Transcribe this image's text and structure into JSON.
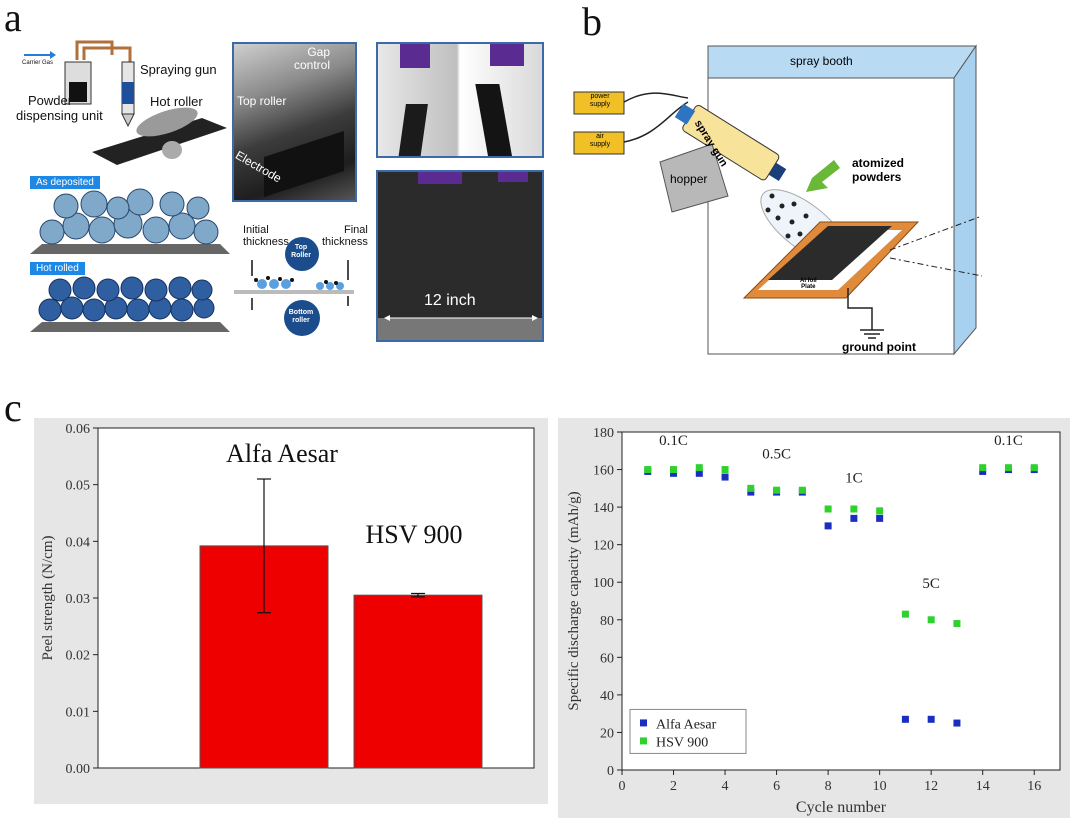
{
  "panels": {
    "a": "a",
    "b": "b",
    "c": "c"
  },
  "panel_a": {
    "carrier_gas": "Carrier Gas",
    "spraying_gun": "Spraying gun",
    "powder_unit_1": "Powder",
    "powder_unit_2": "dispensing unit",
    "hot_roller": "Hot roller",
    "as_deposited": "As deposited",
    "hot_rolled": "Hot rolled",
    "gap_control_1": "Gap",
    "gap_control_2": "control",
    "top_roller": "Top roller",
    "electrode": "Electrode",
    "initial_thickness_1": "Initial",
    "initial_thickness_2": "thickness",
    "final_thickness_1": "Final",
    "final_thickness_2": "thickness",
    "roller_top_1": "Top",
    "roller_top_2": "Roller",
    "roller_bottom_1": "Bottom",
    "roller_bottom_2": "roller",
    "size": "12 inch"
  },
  "panel_b": {
    "spray_booth": "spray booth",
    "power_supply_1": "power",
    "power_supply_2": "supply",
    "air_supply_1": "air",
    "air_supply_2": "supply",
    "spray_gun": "spray gun",
    "hopper": "hopper",
    "atomized_1": "atomized",
    "atomized_2": "powders",
    "al_foil_1": "Al foil",
    "al_foil_2": "Plate",
    "ground_point": "ground point"
  },
  "colors": {
    "bar": "#ee0000",
    "alfa": "#1a2fbf",
    "hsv": "#2fd12f",
    "booth": "#a8d1ef",
    "frame": "#e08a3c"
  },
  "chart_data": [
    {
      "type": "bar",
      "categories": [
        "Alfa Aesar",
        "HSV 900"
      ],
      "values": [
        0.0392,
        0.0305
      ],
      "error": [
        0.0118,
        0.0003
      ],
      "ylabel": "Peel strength (N/cm)",
      "ylim": [
        0,
        0.06
      ],
      "yticks": [
        "0.00",
        "0.01",
        "0.02",
        "0.03",
        "0.04",
        "0.05",
        "0.06"
      ],
      "grid": false
    },
    {
      "type": "scatter",
      "xlabel": "Cycle number",
      "ylabel": "Specific discharge capacity (mAh/g)",
      "xlim": [
        0,
        17
      ],
      "ylim": [
        0,
        180
      ],
      "xticks": [
        "0",
        "2",
        "4",
        "6",
        "8",
        "10",
        "12",
        "14",
        "16"
      ],
      "yticks": [
        "0",
        "20",
        "40",
        "60",
        "80",
        "100",
        "120",
        "140",
        "160",
        "180"
      ],
      "legend_position": "bottom-left",
      "series": [
        {
          "name": "Alfa Aesar",
          "x": [
            1,
            2,
            3,
            4,
            5,
            6,
            7,
            8,
            9,
            10,
            11,
            12,
            13,
            14,
            15,
            16
          ],
          "values": [
            159,
            158,
            158,
            156,
            148,
            148,
            148,
            130,
            134,
            134,
            27,
            27,
            25,
            159,
            160,
            160
          ]
        },
        {
          "name": "HSV 900",
          "x": [
            1,
            2,
            3,
            4,
            5,
            6,
            7,
            8,
            9,
            10,
            11,
            12,
            13,
            14,
            15,
            16
          ],
          "values": [
            160,
            160,
            161,
            160,
            150,
            149,
            149,
            139,
            139,
            138,
            83,
            80,
            78,
            161,
            161,
            161
          ]
        }
      ],
      "annotations": [
        "0.1C",
        "0.5C",
        "1C",
        "5C",
        "0.1C"
      ]
    }
  ]
}
